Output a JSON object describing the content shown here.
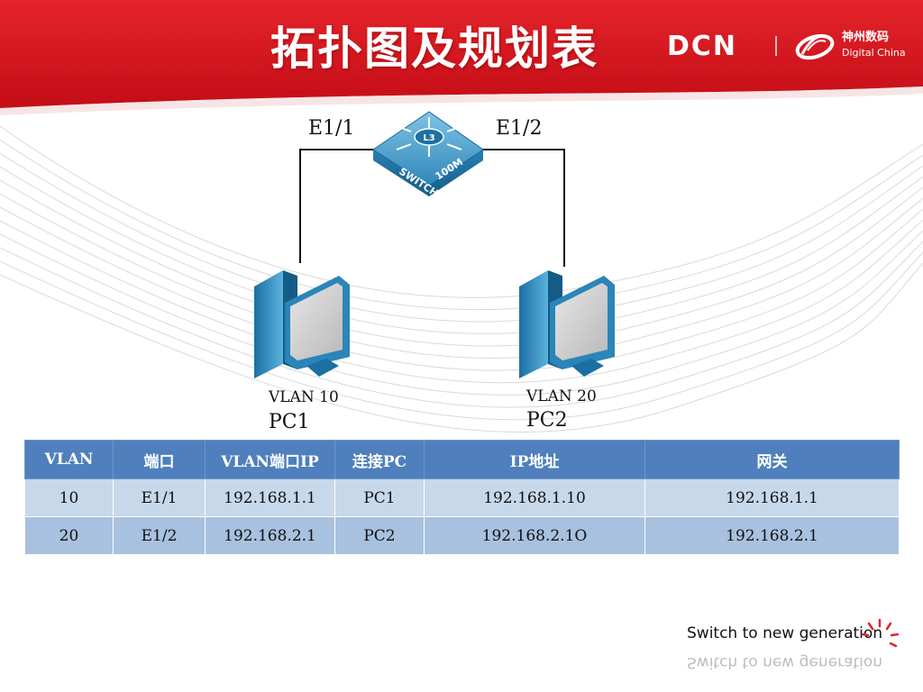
{
  "slide": {
    "title": "拓扑图及规划表"
  },
  "branding": {
    "dcn": "DCN",
    "dc_cn": "神州数码",
    "dc_en": "Digital China",
    "accent": "#d4121a"
  },
  "topology": {
    "switch": {
      "layer": "L3",
      "text1": "SWITCH",
      "text2": "100M"
    },
    "ports": {
      "left": "E1/1",
      "right": "E1/2"
    },
    "pcs": [
      {
        "vlan": "VLAN 10",
        "name": "PC1"
      },
      {
        "vlan": "VLAN 20",
        "name": "PC2"
      }
    ]
  },
  "table": {
    "headers": [
      "VLAN",
      "端口",
      "VLAN端口IP",
      "连接PC",
      "IP地址",
      "网关"
    ],
    "rows": [
      [
        "10",
        "E1/1",
        "192.168.1.1",
        "PC1",
        "192.168.1.10",
        "192.168.1.1"
      ],
      [
        "20",
        "E1/2",
        "192.168.2.1",
        "PC2",
        "192.168.2.1O",
        "192.168.2.1"
      ]
    ]
  },
  "footer": {
    "tagline": "Switch to new generation"
  }
}
